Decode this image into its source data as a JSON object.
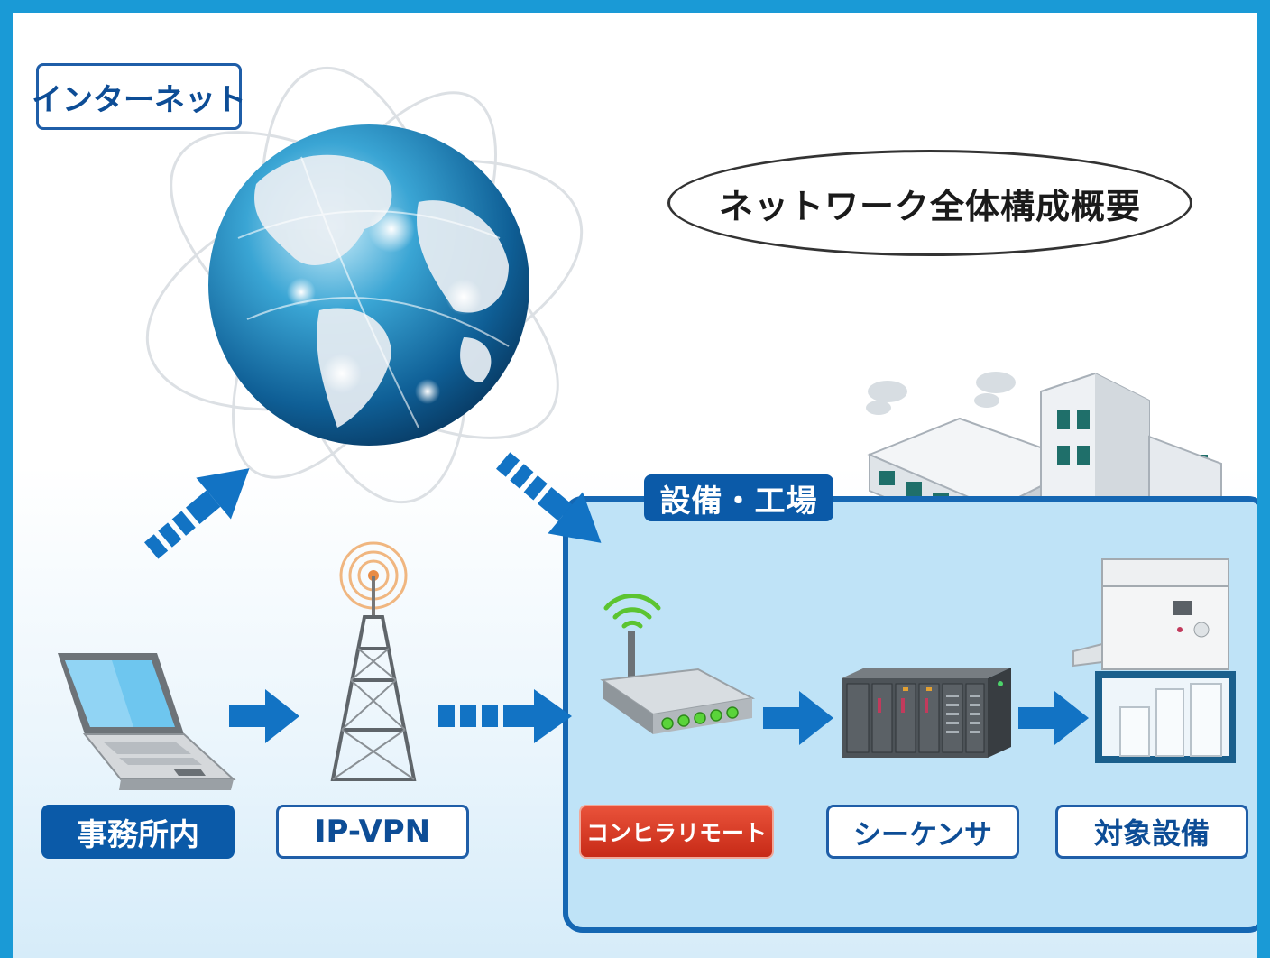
{
  "diagram": {
    "title": "ネットワーク全体構成概要",
    "internet_label": "インターネット",
    "factory_label": "設備・工場",
    "nodes": {
      "office": "事務所内",
      "ipvpn": "IP-VPN",
      "router": "コンヒラリモート",
      "plc": "シーケンサ",
      "equipment": "対象設備"
    }
  },
  "colors": {
    "frame": "#1a9ad6",
    "arrow": "#1273c4",
    "factory_fill": "#bfe3f7",
    "factory_border": "#1567b3",
    "label_navy": "#0b5aa8",
    "label_red": "#d83b25",
    "wifi_green": "#5cc431"
  },
  "icons": {
    "internet": "globe-icon",
    "office": "laptop-icon",
    "ipvpn": "radio-tower-icon",
    "router": "wireless-router-icon",
    "plc": "plc-rack-icon",
    "equipment": "industrial-machine-icon",
    "factory": "factory-building-icon"
  }
}
